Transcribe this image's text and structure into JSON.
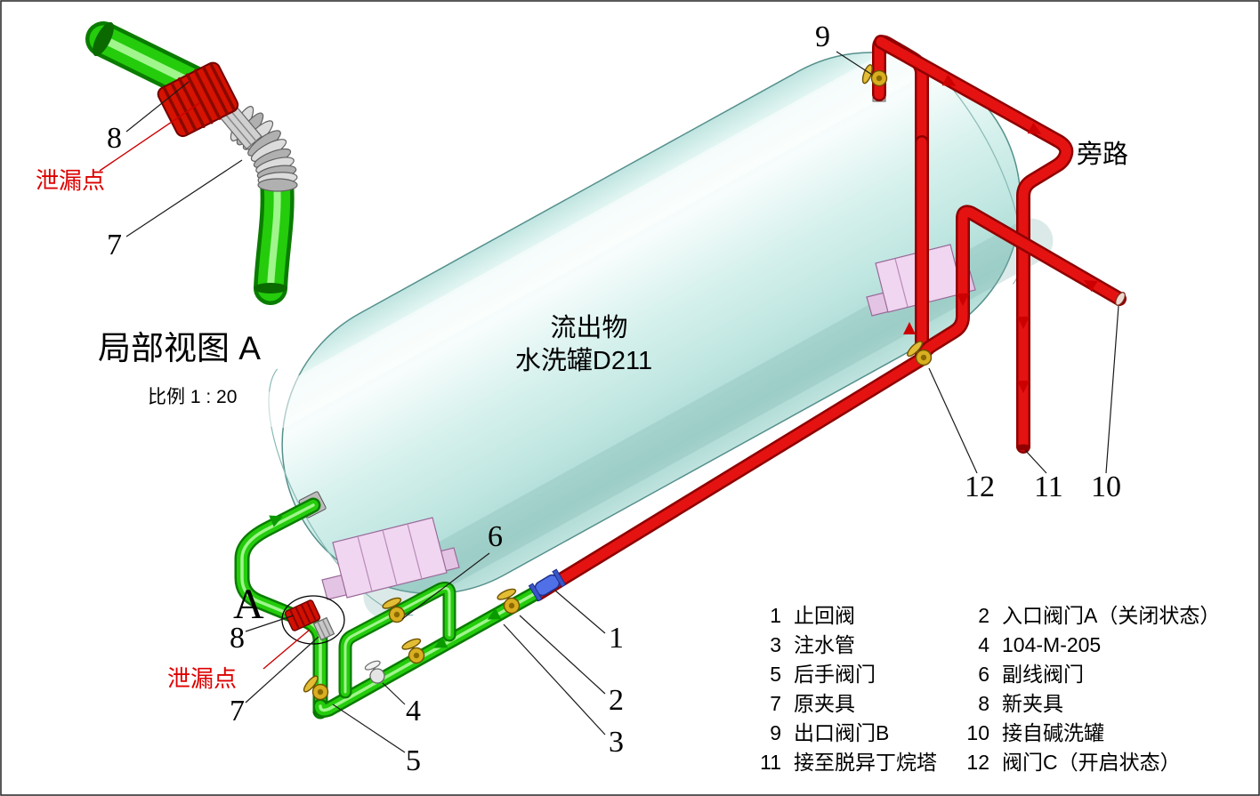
{
  "detail_view": {
    "title": "局部视图 A",
    "scale": "比例 1 : 20",
    "leak_label": "泄漏点",
    "callout_8": "8",
    "callout_7": "7"
  },
  "tank": {
    "label_line1": "流出物",
    "label_line2": "水洗罐D211"
  },
  "main_view": {
    "bypass_label": "旁路",
    "leak_label": "泄漏点",
    "view_marker": "A",
    "callouts": {
      "c1": "1",
      "c2": "2",
      "c3": "3",
      "c4": "4",
      "c5": "5",
      "c6": "6",
      "c7": "7",
      "c8": "8",
      "c9": "9",
      "c10": "10",
      "c11": "11",
      "c12": "12"
    }
  },
  "legend": {
    "items": [
      {
        "num": "1",
        "text": "止回阀"
      },
      {
        "num": "2",
        "text": "入口阀门A（关闭状态）"
      },
      {
        "num": "3",
        "text": "注水管"
      },
      {
        "num": "4",
        "text": "104-M-205"
      },
      {
        "num": "5",
        "text": "后手阀门"
      },
      {
        "num": "6",
        "text": "副线阀门"
      },
      {
        "num": "7",
        "text": "原夹具"
      },
      {
        "num": "8",
        "text": "新夹具"
      },
      {
        "num": "9",
        "text": "出口阀门B"
      },
      {
        "num": "10",
        "text": "接自碱洗罐"
      },
      {
        "num": "11",
        "text": "接至脱异丁烷塔"
      },
      {
        "num": "12",
        "text": "阀门C（开启状态）"
      }
    ]
  },
  "colors": {
    "pipe_green": "#24cc0c",
    "pipe_red": "#e51212",
    "tank_fill": "#cdeeea",
    "support_pink": "#f0d6f0",
    "valve_brass": "#d9ae20",
    "check_valve_blue": "#5070e8",
    "leak_text": "#dd0000"
  }
}
